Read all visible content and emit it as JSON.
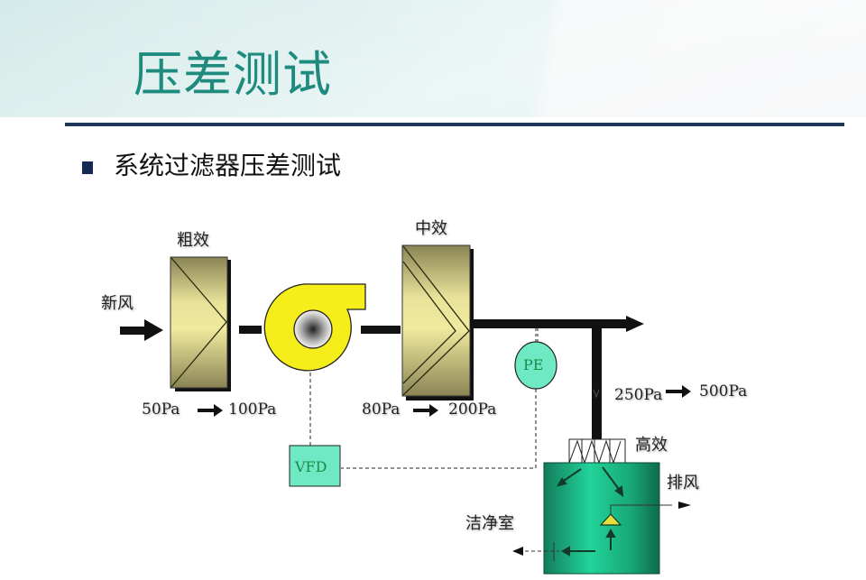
{
  "slide": {
    "title": "压差测试",
    "bullet": "系统过滤器压差测试"
  },
  "diagram": {
    "fresh_air_label": "新风",
    "prefilter": {
      "label": "粗效",
      "initial_pressure": "50Pa",
      "final_pressure": "100Pa"
    },
    "fan": {
      "name": "fan"
    },
    "medium_filter": {
      "label": "中效",
      "initial_pressure": "80Pa",
      "final_pressure": "200Pa"
    },
    "pe_sensor_label": "PE",
    "vfd_label": "VFD",
    "hepa_filter": {
      "label": "高效",
      "initial_pressure": "250Pa",
      "final_pressure": "500Pa"
    },
    "exhaust_label": "排风",
    "cleanroom_label": "洁净室",
    "colors": {
      "title": "#1f8a7e",
      "rule": "#1f3658",
      "filter_fill": "#d8d28a",
      "fan_yellow": "#f6ee1a",
      "sensor_fill": "#6fe8c4",
      "vfd_fill": "#6fe8c4",
      "cleanroom_fill": "#1aa57a"
    }
  }
}
